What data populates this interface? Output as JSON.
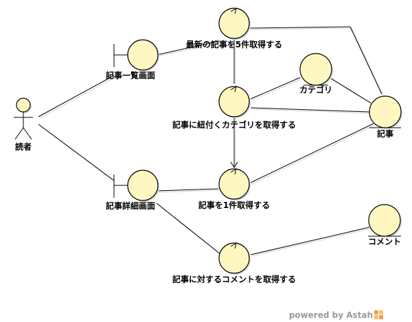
{
  "diagram": {
    "actor": {
      "label": "読者"
    },
    "boundaries": {
      "list_screen": "記事一覧画面",
      "detail_screen": "記事詳細画面"
    },
    "controls": {
      "get_latest5": "最新の記事を5件取得する",
      "get_by_category": "記事に紐付くカテゴリを取得する",
      "get_one": "記事を1件取得する",
      "get_comments": "記事に対するコメントを取得する"
    },
    "entities": {
      "category": "カテゴリ",
      "article": "記事",
      "comment": "コメント"
    }
  },
  "watermark": {
    "text": "powered by Astah"
  },
  "colors": {
    "shape_fill": "#fff7c2",
    "stroke": "#000000",
    "shadow": "#d8d8d8",
    "logo_orange": "#f0a040"
  }
}
